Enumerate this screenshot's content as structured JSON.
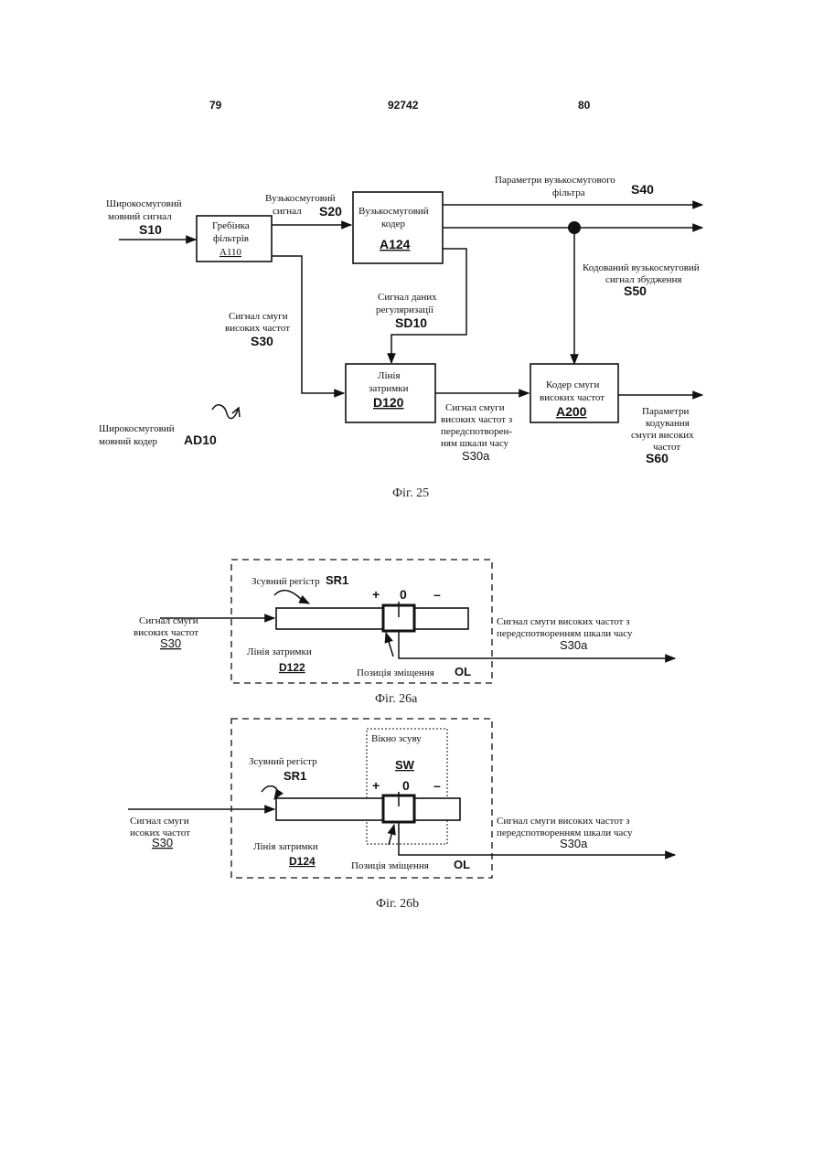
{
  "header": {
    "left": "79",
    "center": "92742",
    "right": "80"
  },
  "fig25": {
    "caption": "Фіг. 25",
    "input_l1": "Широкосмуговий",
    "input_l2": "мовний сигнал",
    "input_id": "S10",
    "filter_l1": "Гребінка",
    "filter_l2": "фільтрів",
    "filter_id": "A110",
    "nb_sig_l1": "Вузькосмуговий",
    "nb_sig_l2": "сигнал",
    "nb_sig_id": "S20",
    "nb_coder_l1": "Вузькосмуговий",
    "nb_coder_l2": "кодер",
    "nb_coder_id": "A124",
    "params_l1": "Параметри вузькосмугового",
    "params_l2": "фільтра",
    "params_id": "S40",
    "exc_l1": "Кодований вузькосмуговий",
    "exc_l2": "сигнал збудження",
    "exc_id": "S50",
    "reg_l1": "Сигнал даних",
    "reg_l2": "регуляризації",
    "reg_id": "SD10",
    "hb_l1": "Сигнал смуги",
    "hb_l2": "високих частот",
    "hb_id": "S30",
    "delay_l1": "Лінія",
    "delay_l2": "затримки",
    "delay_id": "D120",
    "warp_l1": "Сигнал смуги",
    "warp_l2": "високих частот з",
    "warp_l3": "передспотворен-",
    "warp_l4": "ням шкали часу",
    "warp_id": "S30a",
    "hb_coder_l1": "Кодер смуги",
    "hb_coder_l2": "високих частот",
    "hb_coder_id": "A200",
    "out_l1": "Параметри",
    "out_l2": "кодування",
    "out_l3": "смуги високих",
    "out_l4": "частот",
    "out_id": "S60",
    "enc_l1": "Широкосмуговий",
    "enc_l2": "мовний кодер",
    "enc_id": "AD10"
  },
  "fig26a": {
    "caption": "Фіг. 26а",
    "reg_label": "Зсувний регістр",
    "reg_id": "SR1",
    "plus": "+",
    "zero": "0",
    "minus": "–",
    "in_l1": "Сигнал смуги",
    "in_l2": "високих частот",
    "in_id": "S30",
    "delay_label": "Лінія затримки",
    "delay_id": "D122",
    "offset_label": "Позиція зміщення",
    "offset_id": "OL",
    "out_l1": "Сигнал смуги високих частот з",
    "out_l2": "передспотворенням шкали часу",
    "out_id": "S30a"
  },
  "fig26b": {
    "caption": "Фіг. 26b",
    "window_label": "Вікно зсуву",
    "window_id": "SW",
    "reg_label": "Зсувний регістр",
    "reg_id": "SR1",
    "plus": "+",
    "zero": "0",
    "minus": "–",
    "in_l1": "Сигнал смуги",
    "in_l2": "исоких частот",
    "in_id": "S30",
    "delay_label": "Лінія затримки",
    "delay_id": "D124",
    "offset_label": "Позиція зміщення",
    "offset_id": "OL",
    "out_l1": "Сигнал смуги високих частот з",
    "out_l2": "передспотворенням шкали часу",
    "out_id": "S30a"
  }
}
